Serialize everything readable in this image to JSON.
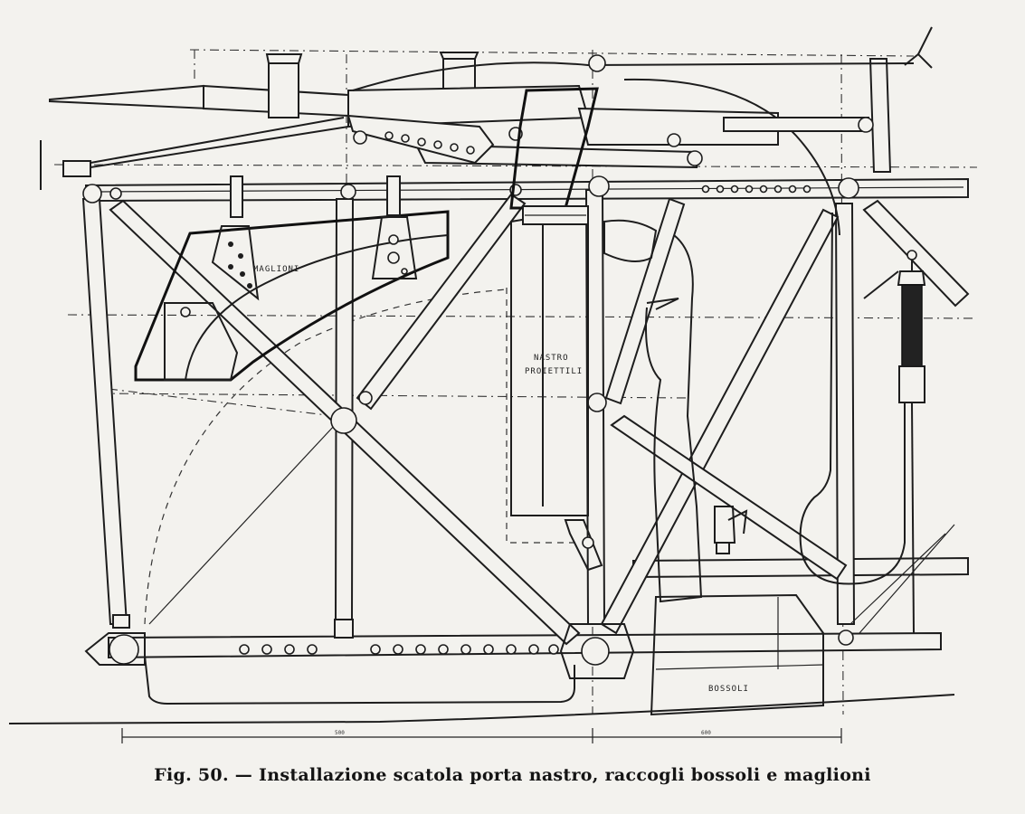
{
  "caption": {
    "figure_number": "Fig. 50.",
    "separator": "—",
    "title": "Installazione scatola porta nastro, raccogli bossoli e maglioni"
  },
  "labels": {
    "maglioni": "MAGLIONI",
    "nastro_line1": "NASTRO",
    "nastro_line2": "PROIETTILI",
    "bossoli": "BOSSOLI"
  },
  "colors": {
    "ink": "#1d1d1d",
    "paper": "#f3f2ee"
  }
}
